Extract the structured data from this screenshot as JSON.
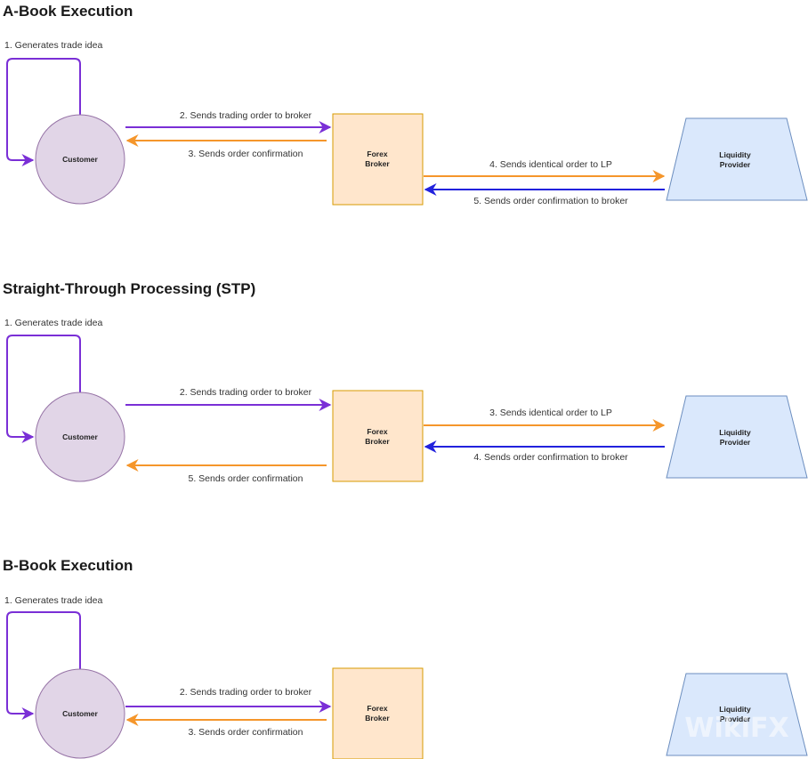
{
  "sections": [
    {
      "title": "A-Book Execution",
      "loop_label": "1. Generates trade idea",
      "customer": "Customer",
      "broker": [
        "Forex",
        "Broker"
      ],
      "lp": [
        "Liquidity",
        "Provider"
      ],
      "to_broker": "2. Sends trading order to broker",
      "to_customer": "3. Sends order confirmation",
      "to_lp": "4. Sends identical order to LP",
      "lp_to_broker": "5. Sends order confirmation to broker"
    },
    {
      "title": "Straight-Through Processing (STP)",
      "loop_label": "1. Generates trade idea",
      "customer": "Customer",
      "broker": [
        "Forex",
        "Broker"
      ],
      "lp": [
        "Liquidity",
        "Provider"
      ],
      "to_broker": "2. Sends trading order to broker",
      "to_customer": "5. Sends order confirmation",
      "to_lp": "3. Sends identical order to LP",
      "lp_to_broker": "4. Sends order confirmation to broker"
    },
    {
      "title": "B-Book Execution",
      "loop_label": "1. Generates trade idea",
      "customer": "Customer",
      "broker": [
        "Forex",
        "Broker"
      ],
      "lp": [
        "Liquidity",
        "Provider"
      ],
      "to_broker": "2. Sends trading order to broker",
      "to_customer": "3. Sends order confirmation"
    }
  ],
  "watermark": "WikiFX",
  "colors": {
    "purple": "#7a2fd6",
    "orange": "#f5962b",
    "blue": "#2222dd",
    "customer_fill": "#e1d5e7",
    "customer_stroke": "#9673a6",
    "broker_fill": "#ffe6cc",
    "broker_stroke": "#d79b00",
    "lp_fill": "#dae8fc",
    "lp_stroke": "#6c8ebf"
  }
}
